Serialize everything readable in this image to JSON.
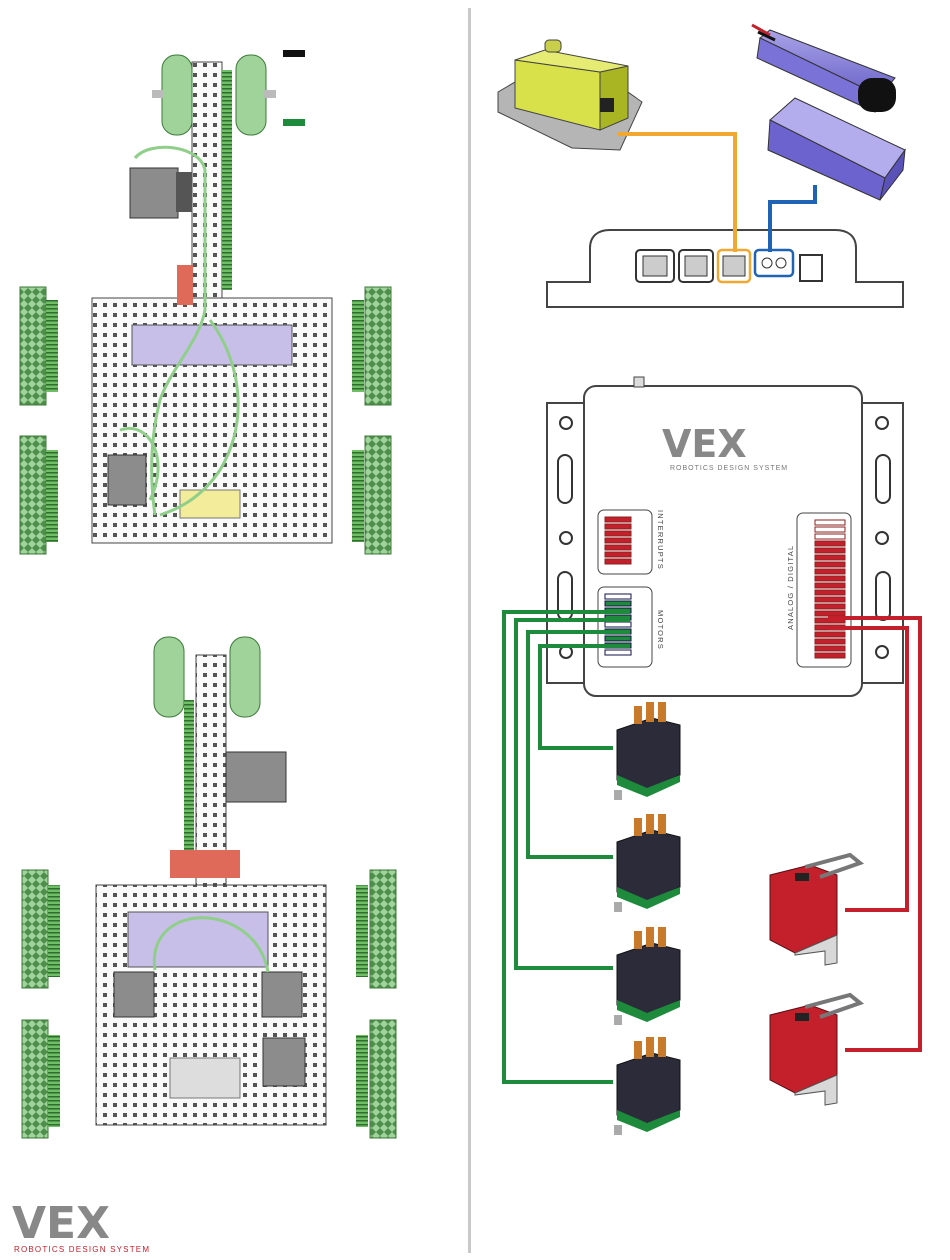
{
  "logo": {
    "wordmark": "VEX",
    "tagline": "ROBOTICS DESIGN SYSTEM"
  },
  "controller": {
    "brand": "VEX",
    "tagline": "ROBOTICS DESIGN SYSTEM",
    "interrupts_label": "INTERRUPTS",
    "motors_label": "MOTORS",
    "analog_label": "ANALOG / DIGITAL"
  },
  "legend": {
    "colors": [
      "#111111",
      "#1e8a3c"
    ]
  },
  "wire_colors": {
    "motor": "#1e8a3c",
    "switch": "#c4202b",
    "receiver": "#f0a830",
    "battery": "#1f63b5",
    "robot_wire": "#8fcf8a"
  },
  "icons": [
    "receiver-icon",
    "battery-pack-icon",
    "battery-holder-icon",
    "servo-motor-icon",
    "limit-switch-icon",
    "microcontroller-icon",
    "robot-chassis-icon"
  ]
}
